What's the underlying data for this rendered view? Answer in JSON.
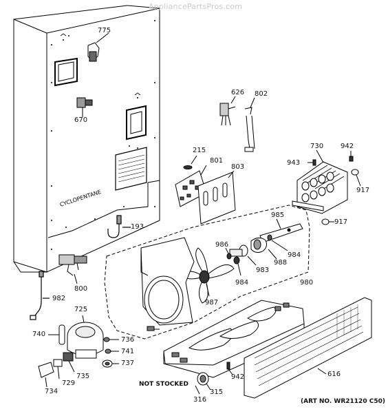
{
  "watermark": "AppliancePartsPros.com",
  "panel_text": "CYCLOPENTANE",
  "not_stocked": "NOT STOCKED",
  "art_no": "(ART NO. WR21120 C50)",
  "callouts": {
    "p775": "775",
    "p626": "626",
    "p802": "802",
    "p670": "670",
    "p215": "215",
    "p801": "801",
    "p803": "803",
    "p730": "730",
    "p942a": "942",
    "p943": "943",
    "p917a": "917",
    "p917b": "917",
    "p985": "985",
    "p193": "193",
    "p986": "986",
    "p984a": "984",
    "p984b": "984",
    "p988": "988",
    "p983": "983",
    "p980": "980",
    "p987": "987",
    "p800": "800",
    "p982": "982",
    "p725": "725",
    "p740": "740",
    "p736": "736",
    "p741": "741",
    "p737": "737",
    "p735": "735",
    "p729": "729",
    "p734": "734",
    "p942b": "942",
    "p616": "616",
    "p315": "315",
    "p316": "316"
  }
}
